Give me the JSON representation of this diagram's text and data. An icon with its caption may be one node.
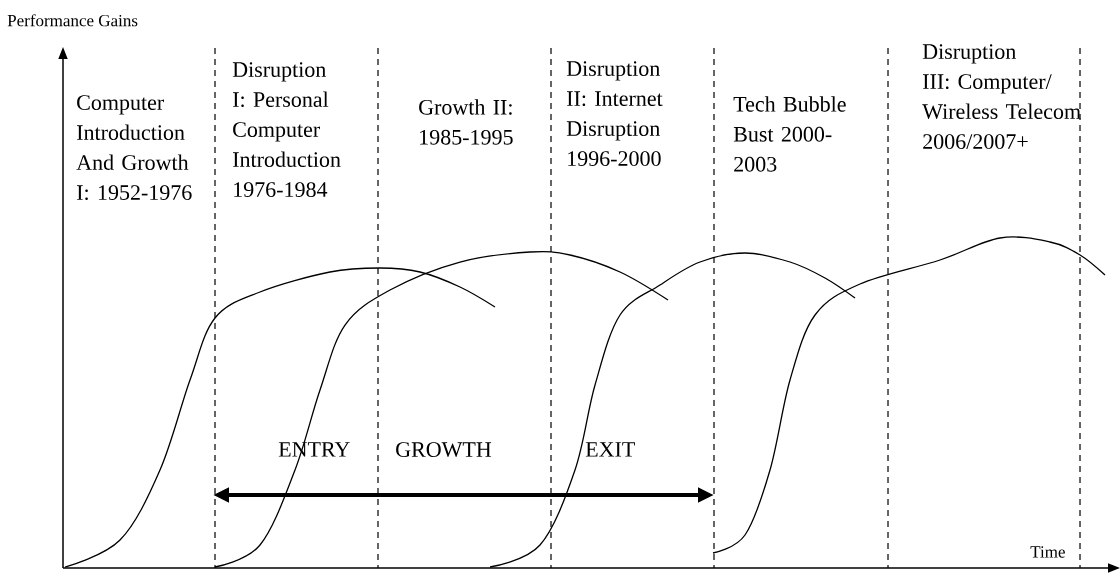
{
  "diagram": {
    "labels": [
      "Performance Gains",
      "Computer Introduction And Growth I: 1952-1976",
      "Disruption I: Personal Computer Introduction 1976-1984",
      "Growth II: 1985-1995",
      "Disruption II: Internet Disruption 1996-2000",
      "Tech Bubble Bust 2000-2003",
      "Disruption III: Computer/ Wireless Telecom 2006/2007+",
      "ENTRY",
      "GROWTH",
      "EXIT",
      "Time"
    ]
  }
}
